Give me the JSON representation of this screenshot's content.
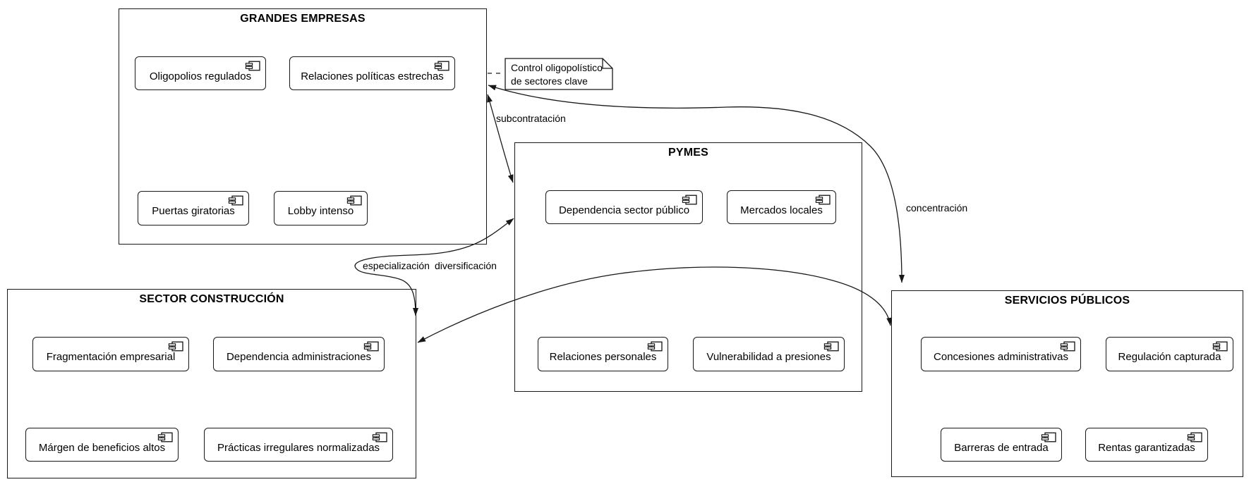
{
  "diagram": {
    "type": "uml-component-diagram",
    "background": "#ffffff",
    "line_color": "#181818"
  },
  "packages": [
    {
      "id": "grandes-empresas",
      "title": "GRANDES EMPRESAS",
      "components": [
        {
          "label": "Oligopolios regulados"
        },
        {
          "label": "Relaciones políticas estrechas"
        },
        {
          "label": "Puertas giratorias"
        },
        {
          "label": "Lobby intenso"
        }
      ]
    },
    {
      "id": "pymes",
      "title": "PYMES",
      "components": [
        {
          "label": "Dependencia sector público"
        },
        {
          "label": "Mercados locales"
        },
        {
          "label": "Relaciones personales"
        },
        {
          "label": "Vulnerabilidad a presiones"
        }
      ]
    },
    {
      "id": "sector-construccion",
      "title": "SECTOR CONSTRUCCIÓN",
      "components": [
        {
          "label": "Fragmentación empresarial"
        },
        {
          "label": "Dependencia administraciones"
        },
        {
          "label": "Márgen de beneficios altos"
        },
        {
          "label": "Prácticas irregulares normalizadas"
        }
      ]
    },
    {
      "id": "servicios-publicos",
      "title": "SERVICIOS PÚBLICOS",
      "components": [
        {
          "label": "Concesiones administrativas"
        },
        {
          "label": "Regulación capturada"
        },
        {
          "label": "Barreras de entrada"
        },
        {
          "label": "Rentas garantizadas"
        }
      ]
    }
  ],
  "note": {
    "lines": [
      "Control oligopolístico",
      "de sectores clave"
    ],
    "attached_to": "grandes-empresas"
  },
  "edges": [
    {
      "label": "subcontratación",
      "from": "grandes-empresas",
      "to": "pymes",
      "direction": "bidirectional"
    },
    {
      "label": "concentración",
      "from": "grandes-empresas",
      "to": "servicios-publicos",
      "direction": "bidirectional"
    },
    {
      "label": "especialización",
      "from": "pymes",
      "to": "sector-construccion",
      "direction": "bidirectional"
    },
    {
      "label": "diversificación",
      "from": "sector-construccion",
      "to": "servicios-publicos",
      "direction": "bidirectional"
    }
  ]
}
